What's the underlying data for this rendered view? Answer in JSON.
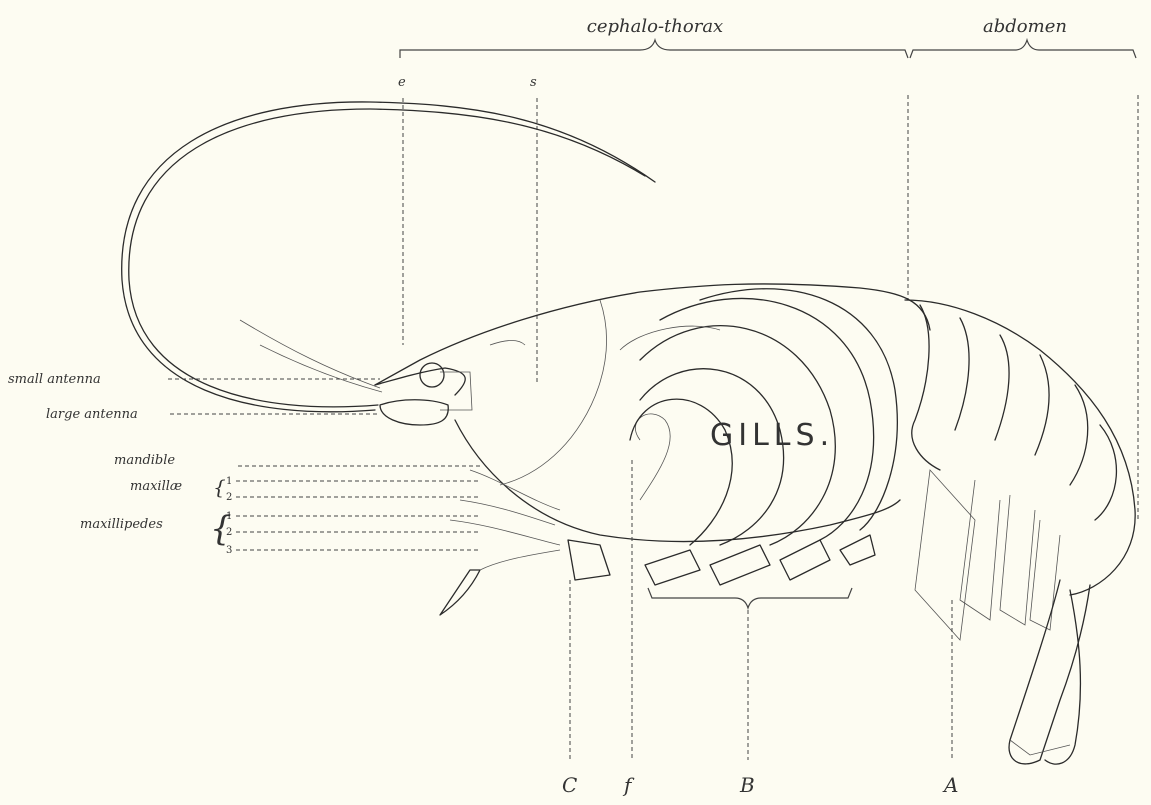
{
  "regions": {
    "cephalothorax": "cephalo-thorax",
    "abdomen": "abdomen"
  },
  "top_labels": {
    "e": "e",
    "s": "s"
  },
  "side_labels": {
    "small_antenna": "small antenna",
    "large_antenna": "large antenna",
    "mandible": "mandible",
    "maxillae": "maxillæ",
    "maxillipedes": "maxillipedes",
    "maxillae_numbers": [
      "1",
      "2"
    ],
    "maxillipedes_numbers": [
      "1",
      "2",
      "3"
    ]
  },
  "center_label": "GILLS.",
  "bottom_labels": {
    "C": "C",
    "f": "f",
    "B": "B",
    "A": "A"
  },
  "colors": {
    "paper": "#fdfcf2",
    "ink": "#2b2b2b"
  }
}
